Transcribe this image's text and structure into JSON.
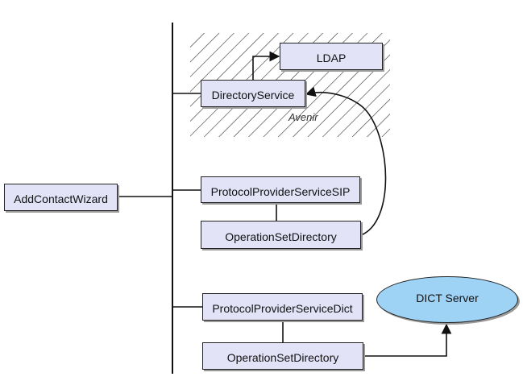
{
  "diagram": {
    "colors": {
      "box_fill": "#e3e3f8",
      "ellipse_fill": "#9fd3f5",
      "line": "#111111",
      "hatch": "#333333"
    },
    "nodes": {
      "add_contact_wizard": "AddContactWizard",
      "ldap": "LDAP",
      "directory_service": "DirectoryService",
      "protocol_provider_sip": "ProtocolProviderServiceSIP",
      "operation_set_directory_sip": "OperationSetDirectory",
      "protocol_provider_dict": "ProtocolProviderServiceDict",
      "operation_set_directory_dict": "OperationSetDirectory",
      "dict_server": "DICT Server"
    },
    "notes": {
      "future_area": "Avenir"
    }
  }
}
